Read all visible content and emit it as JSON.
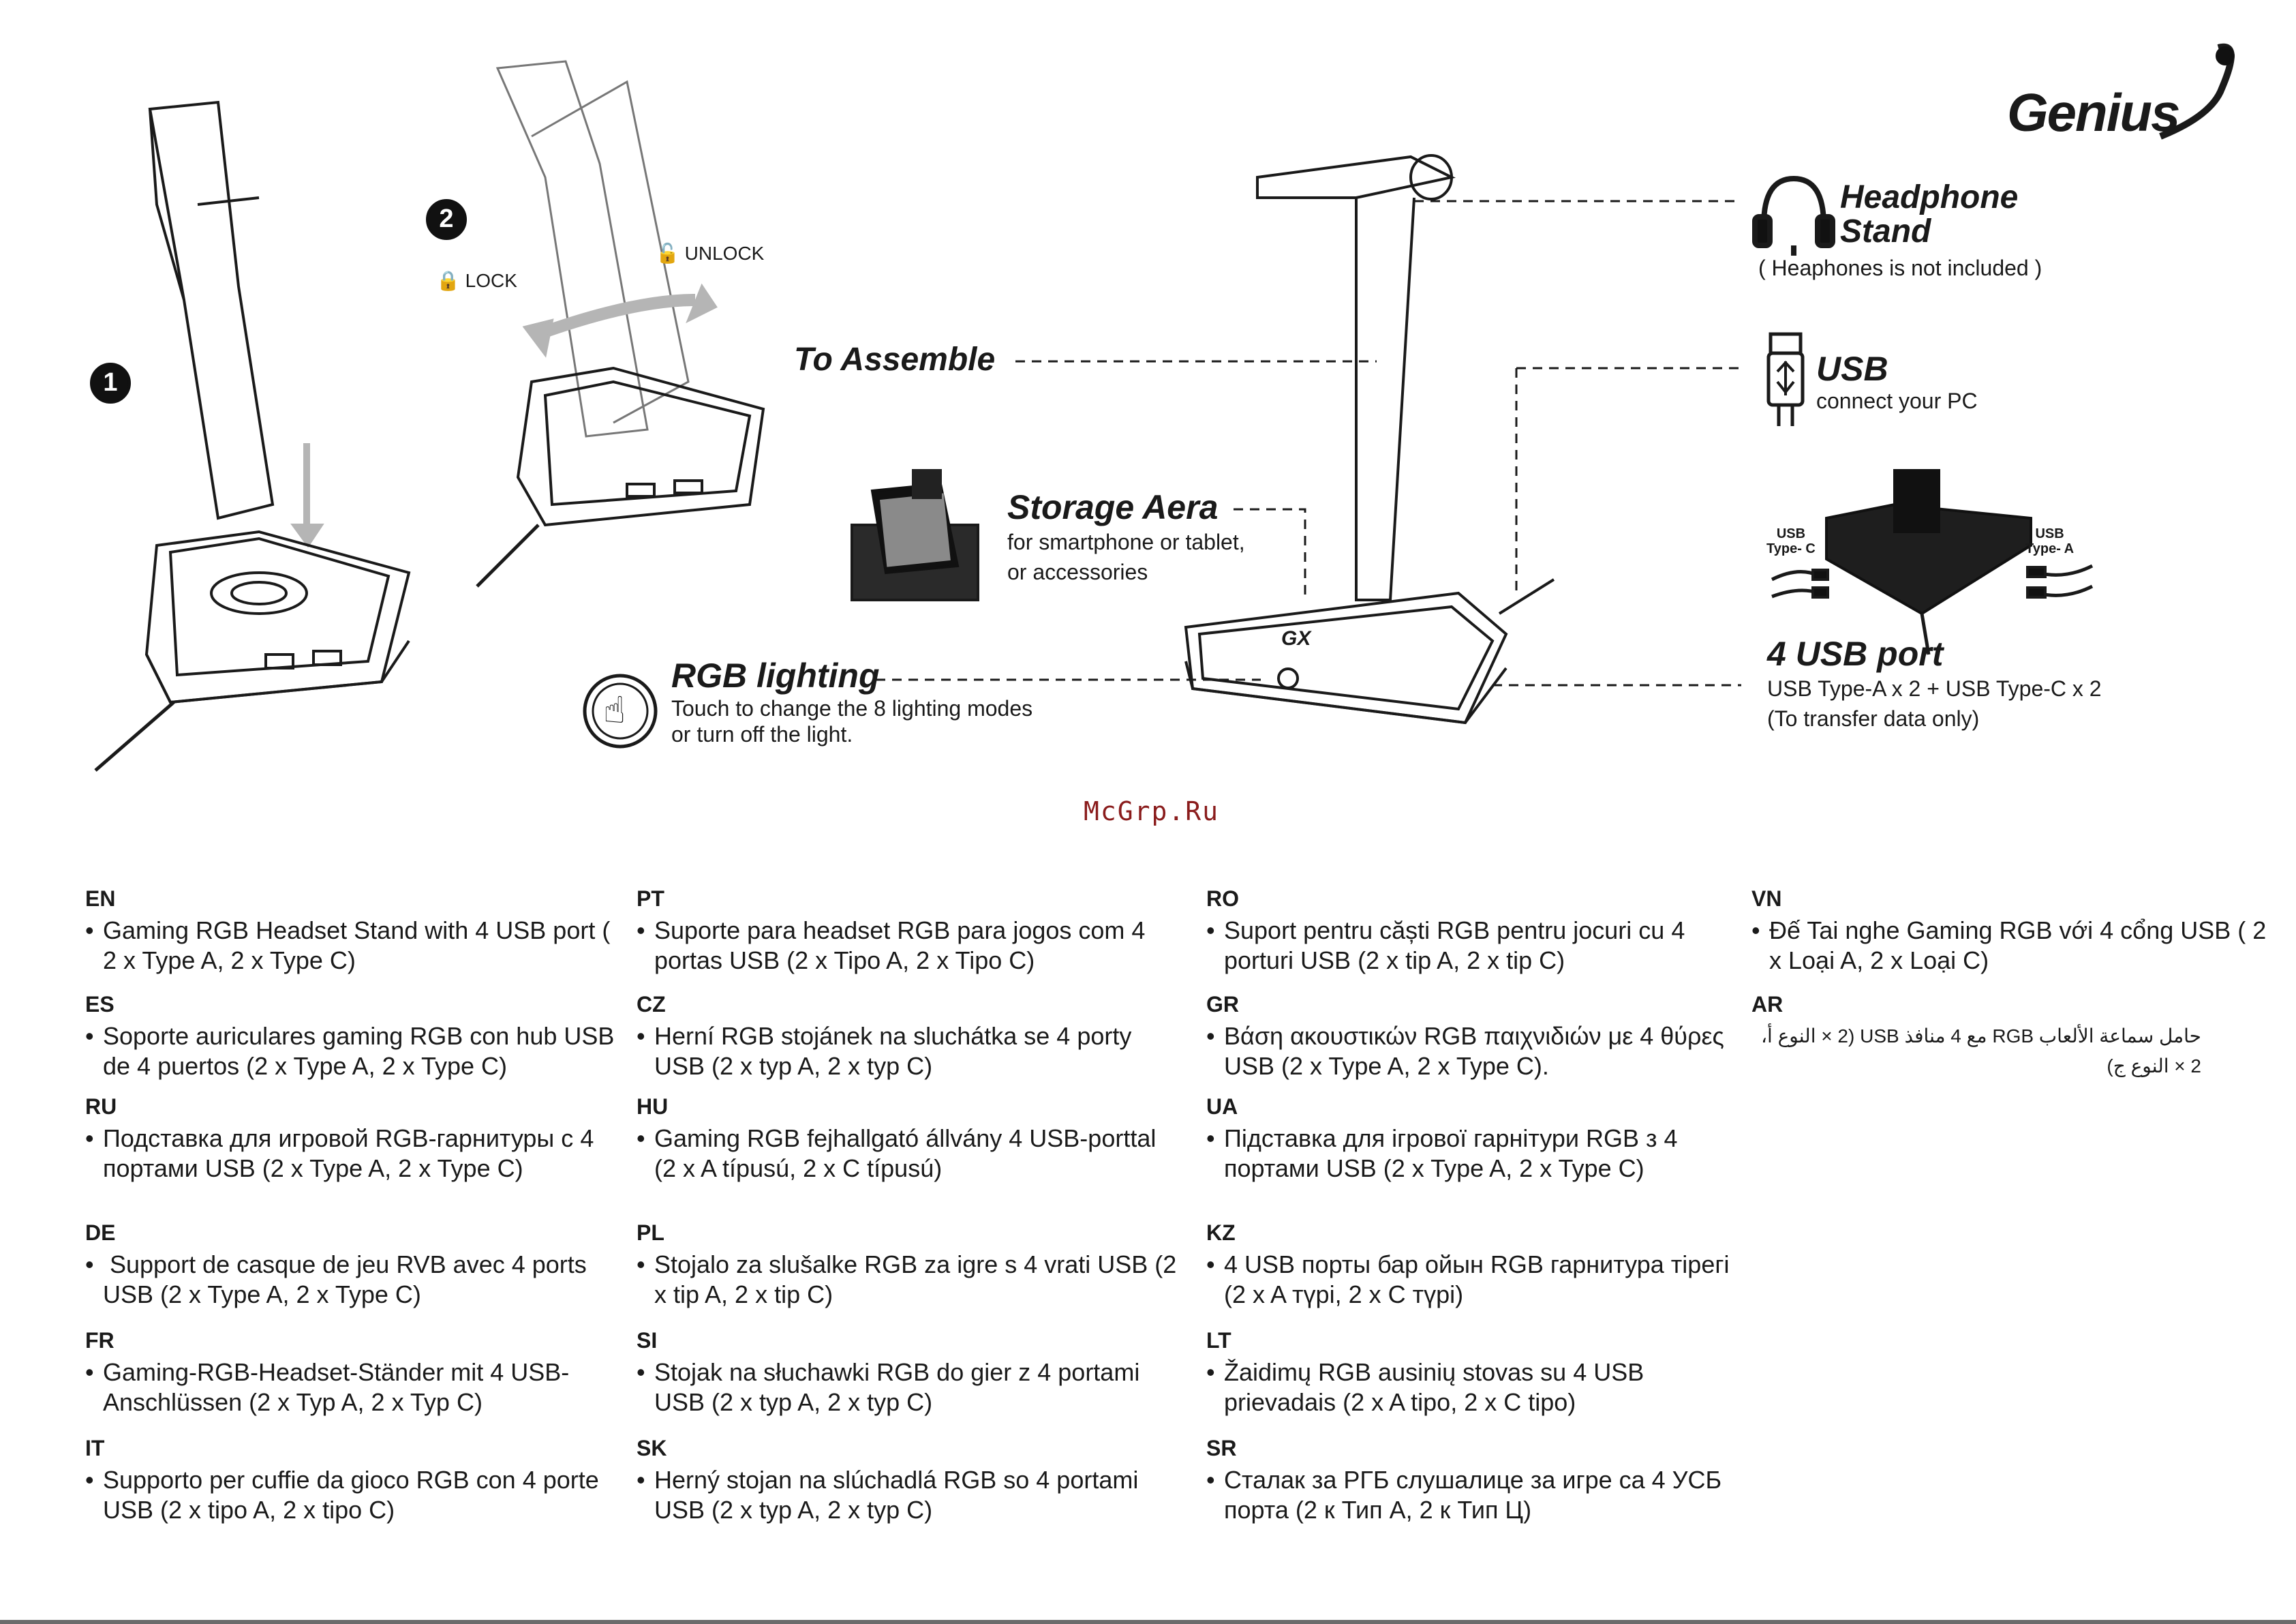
{
  "brand": {
    "name": "Genius"
  },
  "steps": [
    {
      "number": "1"
    },
    {
      "number": "2",
      "lock_label": "LOCK",
      "unlock_label": "UNLOCK"
    }
  ],
  "features": {
    "assemble": {
      "title": "To Assemble"
    },
    "storage": {
      "title": "Storage Aera",
      "line1": "for smartphone or tablet,",
      "line2": "or accessories"
    },
    "rgb": {
      "title": "RGB lighting",
      "line1": "Touch to change the 8  lighting modes",
      "line2": "or turn off the light."
    },
    "stand_logo": "GX",
    "headphone": {
      "title_line1": "Headphone",
      "title_line2": "Stand",
      "note": "( Heaphones is not included )"
    },
    "usb": {
      "title": "USB",
      "subtitle": "connect your PC"
    },
    "ports": {
      "label_c_line1": "USB",
      "label_c_line2": "Type- C",
      "label_a_line1": "USB",
      "label_a_line2": "Type- A",
      "title": "4 USB port",
      "line1": "USB Type-A x 2 + USB Type-C x 2",
      "line2": "(To transfer data only)"
    }
  },
  "watermark": "McGrp.Ru",
  "languages": {
    "col1": [
      {
        "code": "EN",
        "text": "Gaming RGB Headset Stand with 4 USB port ( 2 x Type A, 2 x Type C)"
      },
      {
        "code": "ES",
        "text": "Soporte auriculares gaming RGB con hub USB de 4 puertos (2 x Type A, 2 x Type C)"
      },
      {
        "code": "RU",
        "text": "Подставка для игровой RGB-гарнитуры с 4 портами USB (2 x Type A, 2 x Type C)"
      },
      {
        "code": "DE",
        "text": " Support de casque de jeu RVB avec 4 ports USB (2 x Type A, 2 x Type C)"
      },
      {
        "code": "FR",
        "text": "Gaming-RGB-Headset-Ständer mit 4 USB-Anschlüssen (2 x Typ A, 2 x Typ C)"
      },
      {
        "code": "IT",
        "text": "Supporto per cuffie da gioco RGB con 4 porte USB (2 x tipo A, 2 x tipo C)"
      }
    ],
    "col2": [
      {
        "code": "PT",
        "text": "Suporte para headset RGB para jogos com 4 portas USB (2 x Tipo A, 2 x Tipo C)"
      },
      {
        "code": "CZ",
        "text": "Herní RGB stojánek na sluchátka se 4 porty USB (2 x typ A, 2 x typ C)"
      },
      {
        "code": "HU",
        "text": "Gaming RGB fejhallgató állvány 4 USB-porttal (2 x A típusú, 2 x C típusú)"
      },
      {
        "code": "PL",
        "text": "Stojalo za slušalke RGB za igre s 4 vrati USB (2 x tip A, 2 x tip C)"
      },
      {
        "code": "SI",
        "text": "Stojak na słuchawki RGB do gier z 4 portami USB (2 x typ A, 2 x typ C)"
      },
      {
        "code": "SK",
        "text": "Herný stojan na slúchadlá RGB so 4 portami USB (2 x typ A, 2 x typ C)"
      }
    ],
    "col3": [
      {
        "code": "RO",
        "text": "Suport pentru căști RGB pentru jocuri cu 4 porturi USB (2 x tip A, 2 x tip C)"
      },
      {
        "code": "GR",
        "text": "Βάση ακουστικών RGB παιχνιδιών με 4 θύρες USB (2 x Type A, 2 x Type C)."
      },
      {
        "code": "UA",
        "text": "Підставка для ігрової гарнітури RGB з 4 портами USB (2 x Type A, 2 x Type C)"
      },
      {
        "code": "KZ",
        "text": "4 USB порты бар ойын RGB гарнитура тірегі (2 x A түрі, 2 x C түрі)"
      },
      {
        "code": "LT",
        "text": "Žaidimų RGB ausinių stovas su 4 USB prievadais (2 x A tipo, 2 x C tipo)"
      },
      {
        "code": "SR",
        "text": "Сталак за РГБ слушалице за игре са 4 УСБ порта (2 к Тип А, 2 к Тип Ц)"
      }
    ],
    "col4": [
      {
        "code": "VN",
        "text": "Đế Tai nghe Gaming RGB với 4 cổng USB ( 2 x Loại A, 2 x Loại C)"
      },
      {
        "code": "AR",
        "text": "حامل سماعة الألعاب RGB مع 4 منافذ USB (2 × النوع أ، 2 × النوع ج)"
      }
    ]
  },
  "colors": {
    "ink": "#1a1a1a",
    "arrow_gray": "#b5b5b5",
    "panel_dark": "#222222"
  }
}
